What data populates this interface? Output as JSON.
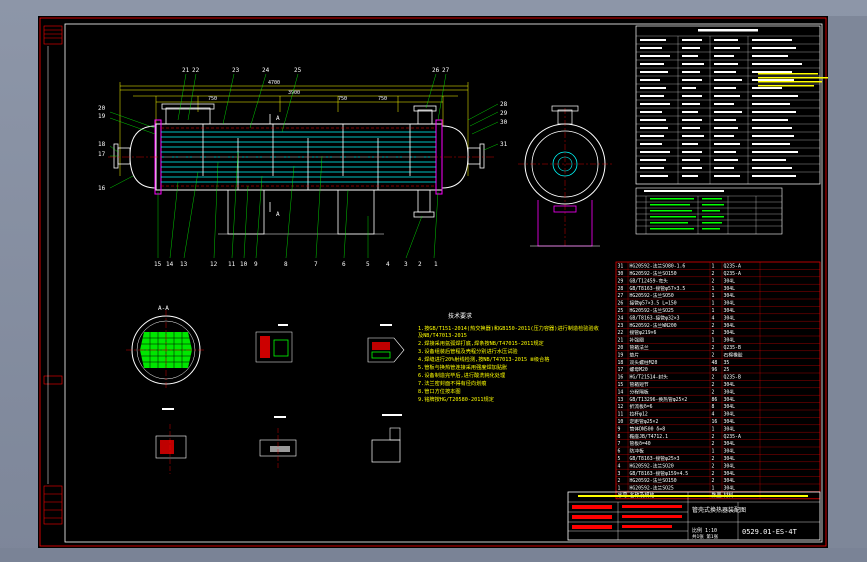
{
  "colors": {
    "background": "#000000",
    "line": "#ffffff",
    "text": "#ffffff",
    "accent_yellow": "#ffff00",
    "accent_green": "#00ff00",
    "accent_red": "#ff0000",
    "accent_cyan": "#00ffff",
    "accent_magenta": "#ff00ff"
  },
  "callouts_top": [
    "21",
    "22",
    "23",
    "24",
    "25",
    "26",
    "27"
  ],
  "callouts_right": [
    "28",
    "29",
    "30",
    "31"
  ],
  "callouts_left": [
    "20",
    "19",
    "18",
    "17",
    "16"
  ],
  "callouts_bottom": [
    "15",
    "14",
    "13",
    "12",
    "11",
    "10",
    "9",
    "8",
    "7",
    "6",
    "5",
    "4",
    "3",
    "2",
    "1"
  ],
  "section_labels": {
    "main_view_section": "A",
    "section_aa": "A-A"
  },
  "notes": {
    "title": "技术要求",
    "lines": [
      "1.按GB/T151-2014(热交换器)和GB150-2011(压力容器)进行制造检验验收",
      "  及NB/T47013-2015",
      "2.焊接采用氩弧焊打底,焊条按NB/T47015-2011规定",
      "3.设备组装后管程及壳程分别进行水压试验",
      "4.焊缝进行20%射线检测,按NB/T47013-2015 Ⅲ级合格",
      "5.管板与换热管连接采用强度焊加贴胀",
      "6.设备制造完毕后,进行酸洗钝化处理",
      "7.法兰密封面不得有径向划痕",
      "8.管口方位按本图",
      "9.铭牌按HG/T20580-2011规定"
    ]
  },
  "parts_list": {
    "rows": [
      [
        "31",
        "HG20592-法兰SO80-1.6",
        "1",
        "Q235-A"
      ],
      [
        "30",
        "HG20592-法兰SO150",
        "2",
        "Q235-A"
      ],
      [
        "29",
        "GB/T12459-弯头",
        "2",
        "304L"
      ],
      [
        "28",
        "GB/T8163-接管φ57×3.5",
        "1",
        "304L"
      ],
      [
        "27",
        "HG20592-法兰SO50",
        "1",
        "304L"
      ],
      [
        "26",
        "接管φ57×3.5 L=150",
        "1",
        "304L"
      ],
      [
        "25",
        "HG20592-法兰SO25",
        "1",
        "304L"
      ],
      [
        "24",
        "GB/T8163-接管φ32×3",
        "4",
        "304L"
      ],
      [
        "23",
        "HG20592-法兰WN200",
        "2",
        "304L"
      ],
      [
        "22",
        "接管φ219×6",
        "2",
        "304L"
      ],
      [
        "21",
        "补强圈",
        "1",
        "304L"
      ],
      [
        "20",
        "管箱法兰",
        "2",
        "Q235-B"
      ],
      [
        "19",
        "垫片",
        "2",
        "石棉橡胶"
      ],
      [
        "18",
        "双头螺柱M20",
        "48",
        "35"
      ],
      [
        "17",
        "螺母M20",
        "96",
        "25"
      ],
      [
        "16",
        "HG/T21514-封头",
        "2",
        "Q235-B"
      ],
      [
        "15",
        "管箱短节",
        "2",
        "304L"
      ],
      [
        "14",
        "分程隔板",
        "2",
        "304L"
      ],
      [
        "13",
        "GB/T13296-换热管φ25×2",
        "86",
        "304L"
      ],
      [
        "12",
        "折流板δ=6",
        "8",
        "304L"
      ],
      [
        "11",
        "拉杆φ12",
        "4",
        "304L"
      ],
      [
        "10",
        "定距管φ25×2",
        "16",
        "304L"
      ],
      [
        "9",
        "筒体DN500 δ=8",
        "1",
        "304L"
      ],
      [
        "8",
        "鞍座JB/T4712.1",
        "2",
        "Q235-A"
      ],
      [
        "7",
        "管板δ=40",
        "2",
        "304L"
      ],
      [
        "6",
        "防冲板",
        "1",
        "304L"
      ],
      [
        "5",
        "GB/T8163-接管φ25×3",
        "2",
        "304L"
      ],
      [
        "4",
        "HG20592-法兰SO20",
        "2",
        "304L"
      ],
      [
        "3",
        "GB/T8163-接管φ159×4.5",
        "2",
        "304L"
      ],
      [
        "2",
        "HG20592-法兰SO150",
        "2",
        "304L"
      ],
      [
        "1",
        "HG20592-法兰SO25",
        "1",
        "304L"
      ]
    ],
    "header": [
      "序号",
      "名称及规格",
      "数量",
      "材料"
    ]
  },
  "title_block": {
    "drawing_title": "管壳式换热器装配图",
    "drawing_number": "0529.01-ES-4T",
    "scale_label": "比例 1:10",
    "sheet_label": "共1张 第1张"
  }
}
